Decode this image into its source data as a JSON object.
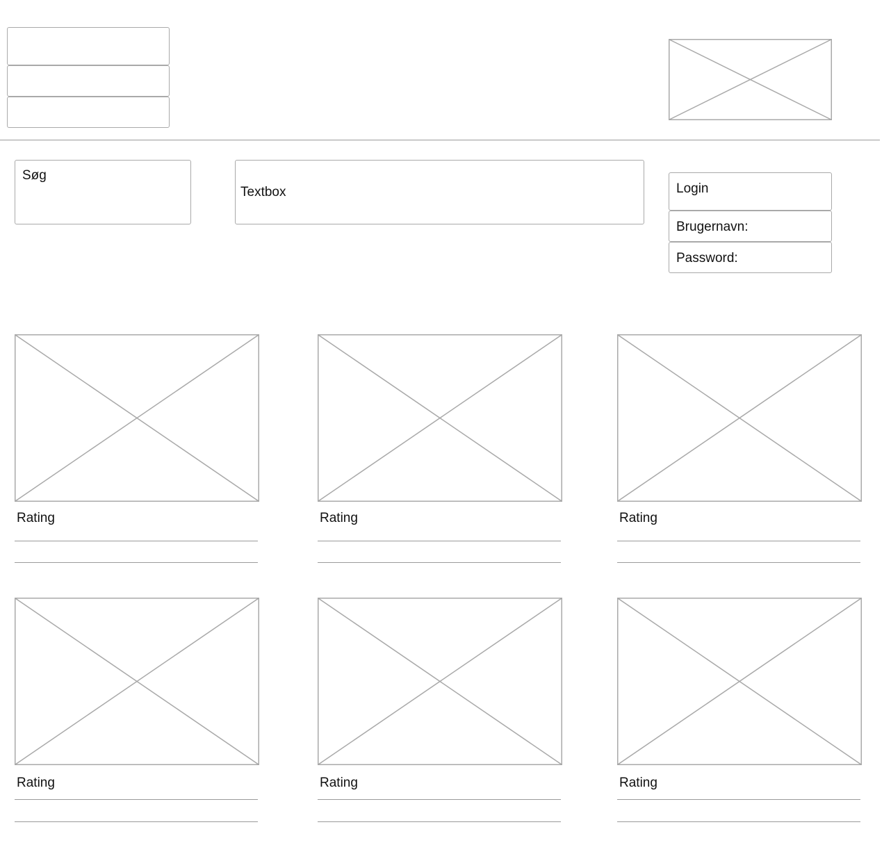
{
  "header": {
    "menu_items": [
      "",
      "",
      ""
    ],
    "logo_icon": "image-placeholder-icon"
  },
  "toolbar": {
    "search_label": "Søg",
    "textbox_label": "Textbox"
  },
  "login": {
    "title": "Login",
    "username_label": "Brugernavn:",
    "password_label": "Password:"
  },
  "products": [
    {
      "image_icon": "image-placeholder-icon",
      "rating_label": "Rating"
    },
    {
      "image_icon": "image-placeholder-icon",
      "rating_label": "Rating"
    },
    {
      "image_icon": "image-placeholder-icon",
      "rating_label": "Rating"
    },
    {
      "image_icon": "image-placeholder-icon",
      "rating_label": "Rating"
    },
    {
      "image_icon": "image-placeholder-icon",
      "rating_label": "Rating"
    },
    {
      "image_icon": "image-placeholder-icon",
      "rating_label": "Rating"
    }
  ],
  "colors": {
    "border": "#a9a9a9",
    "background": "#ffffff",
    "text": "#111111"
  }
}
